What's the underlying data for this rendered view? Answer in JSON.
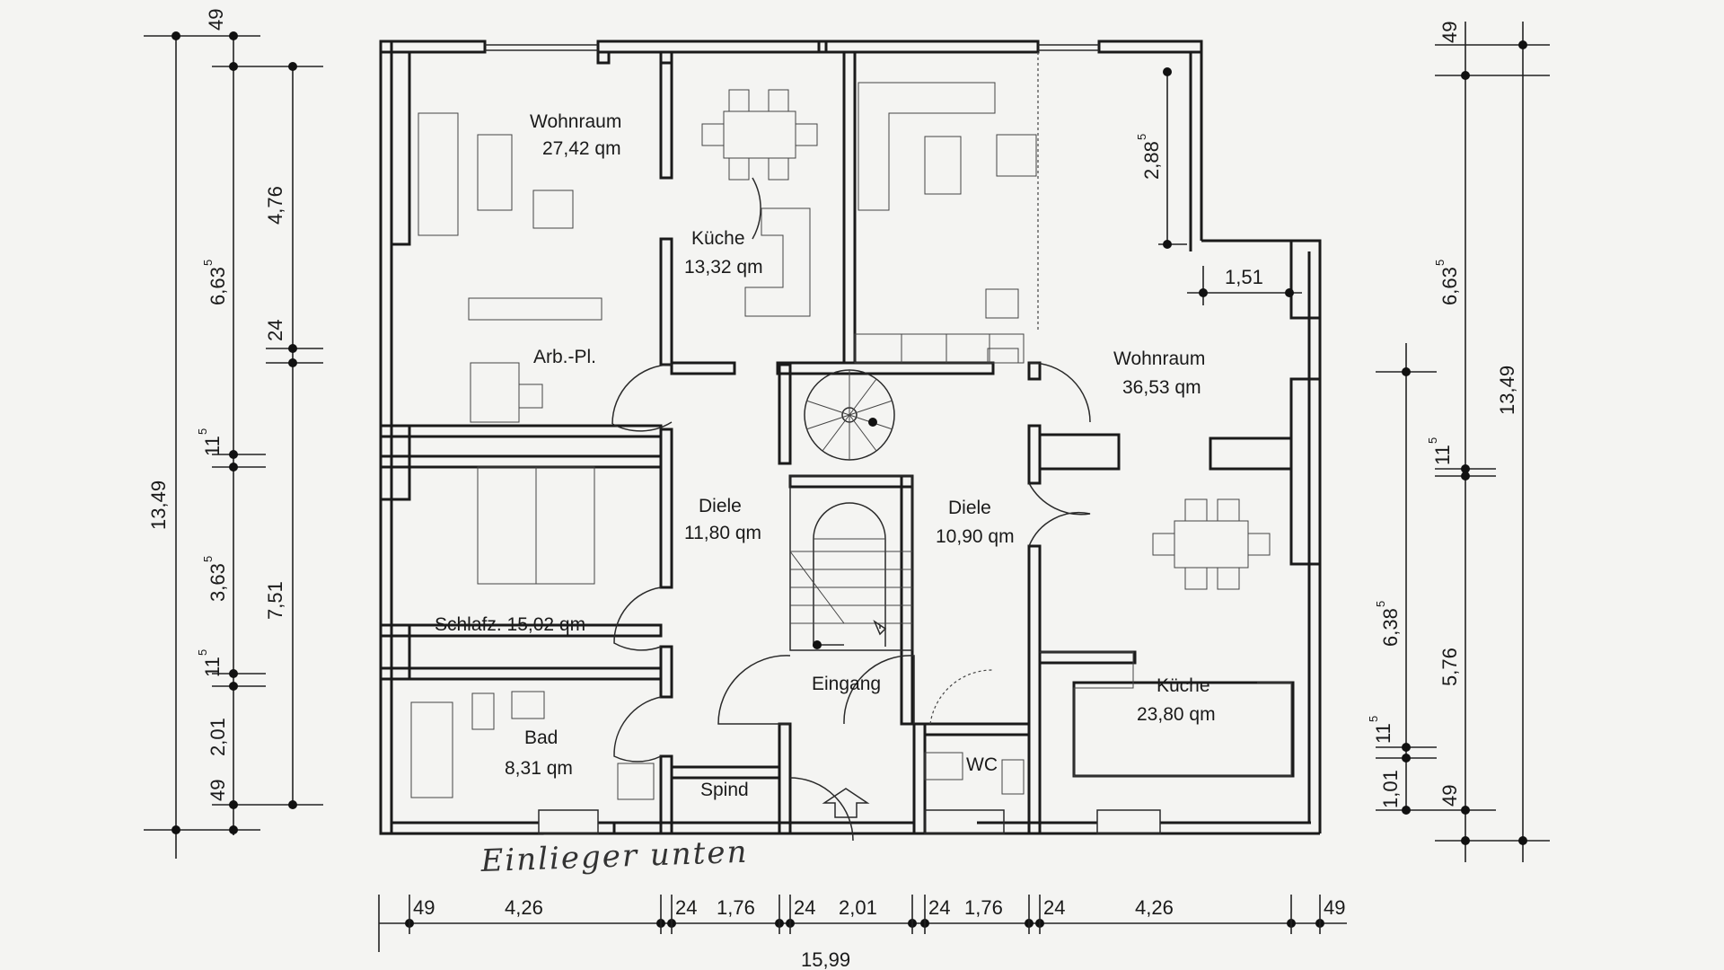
{
  "rooms": {
    "wohnraum_left": {
      "name": "Wohnraum",
      "area": "27,42 qm"
    },
    "kueche_left": {
      "name": "Küche",
      "area": "13,32 qm"
    },
    "arbpl": {
      "name": "Arb.-Pl."
    },
    "diele_left": {
      "name": "Diele",
      "area": "11,80 qm"
    },
    "schlafz": {
      "name": "Schlafz. 15,02 qm"
    },
    "bad": {
      "name": "Bad",
      "area": "8,31 qm"
    },
    "spind": {
      "name": "Spind"
    },
    "eingang": {
      "name": "Eingang"
    },
    "diele_right": {
      "name": "Diele",
      "area": "10,90 qm"
    },
    "wc": {
      "name": "WC"
    },
    "wohnraum_right": {
      "name": "Wohnraum",
      "area": "36,53 qm"
    },
    "kueche_right": {
      "name": "Küche",
      "area": "23,80 qm"
    }
  },
  "handwritten_note": "Einlieger unten",
  "dimensions": {
    "left_outer": {
      "top": "49",
      "total": "13,49"
    },
    "left_mid": [
      "6,63",
      "3,63",
      "2,01",
      "49"
    ],
    "left_mid_sup": {
      "a": "5",
      "b": "5"
    },
    "left_small": [
      "11",
      "11"
    ],
    "left_inner": [
      "4,76",
      "24",
      "7,51"
    ],
    "right_outer": {
      "top": "49",
      "total": "13,49",
      "mid": "6,63"
    },
    "right_inner": [
      "6,38",
      "5,76",
      "1,01",
      "49"
    ],
    "right_small": [
      "11",
      "11"
    ],
    "sup5": "5",
    "balcony": [
      "2,88",
      "1,51"
    ],
    "bottom": [
      "49",
      "4,26",
      "24",
      "1,76",
      "24",
      "2,01",
      "24",
      "1,76",
      "24",
      "4,26",
      "49"
    ],
    "bottom_total": "15,99"
  }
}
